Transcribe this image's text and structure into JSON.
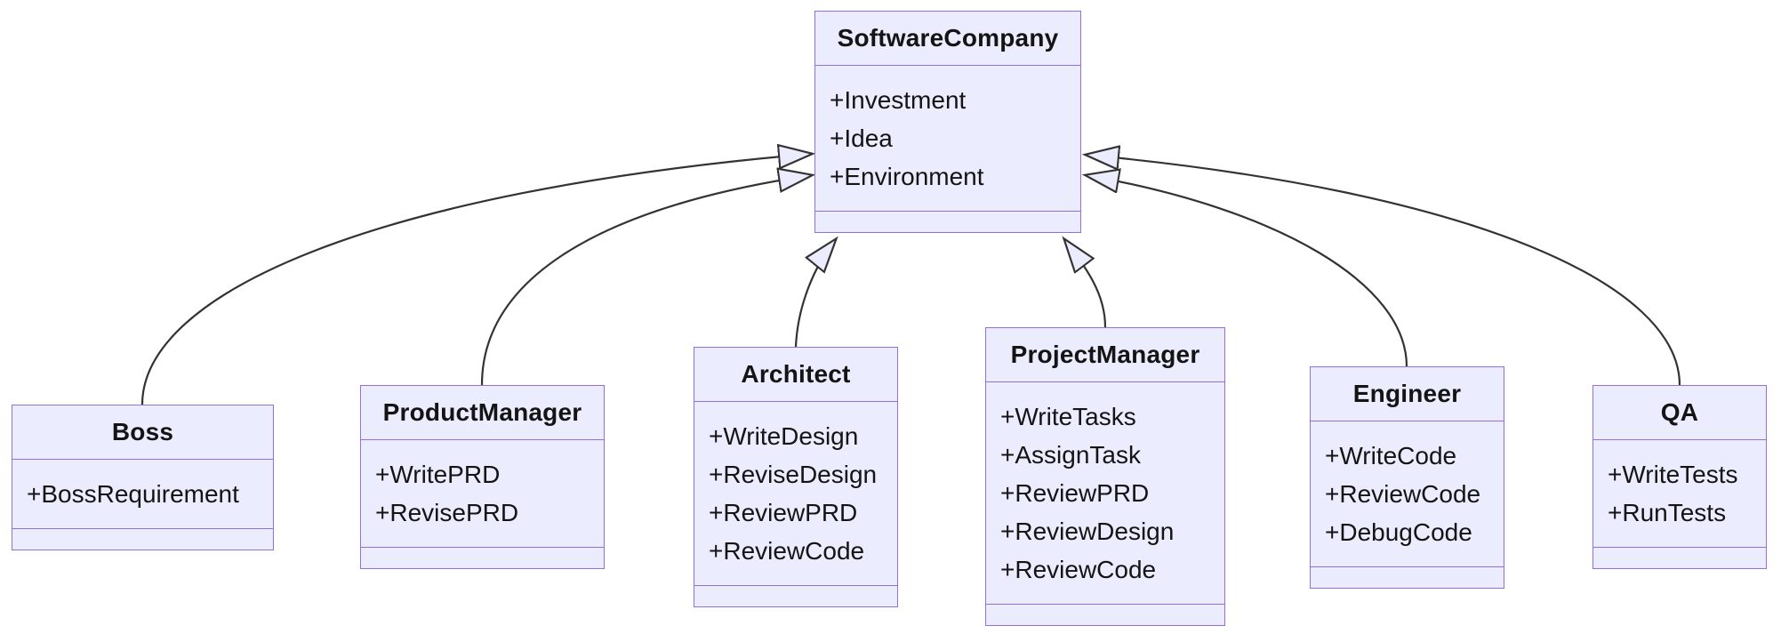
{
  "diagram": {
    "type": "uml-class-diagram",
    "colors": {
      "node_fill": "#ECECFF",
      "node_border": "#9370DB",
      "edge_color": "#333333",
      "text_color": "#141414",
      "background": "#ffffff"
    },
    "classes": [
      {
        "name": "SoftwareCompany",
        "members": [
          "+Investment",
          "+Idea",
          "+Environment"
        ]
      },
      {
        "name": "Boss",
        "members": [
          "+BossRequirement"
        ]
      },
      {
        "name": "ProductManager",
        "members": [
          "+WritePRD",
          "+RevisePRD"
        ]
      },
      {
        "name": "Architect",
        "members": [
          "+WriteDesign",
          "+ReviseDesign",
          "+ReviewPRD",
          "+ReviewCode"
        ]
      },
      {
        "name": "ProjectManager",
        "members": [
          "+WriteTasks",
          "+AssignTask",
          "+ReviewPRD",
          "+ReviewDesign",
          "+ReviewCode"
        ]
      },
      {
        "name": "Engineer",
        "members": [
          "+WriteCode",
          "+ReviewCode",
          "+DebugCode"
        ]
      },
      {
        "name": "QA",
        "members": [
          "+WriteTests",
          "+RunTests"
        ]
      }
    ],
    "edges": [
      {
        "from": "Boss",
        "to": "SoftwareCompany",
        "type": "inheritance"
      },
      {
        "from": "ProductManager",
        "to": "SoftwareCompany",
        "type": "inheritance"
      },
      {
        "from": "Architect",
        "to": "SoftwareCompany",
        "type": "inheritance"
      },
      {
        "from": "ProjectManager",
        "to": "SoftwareCompany",
        "type": "inheritance"
      },
      {
        "from": "Engineer",
        "to": "SoftwareCompany",
        "type": "inheritance"
      },
      {
        "from": "QA",
        "to": "SoftwareCompany",
        "type": "inheritance"
      }
    ]
  }
}
